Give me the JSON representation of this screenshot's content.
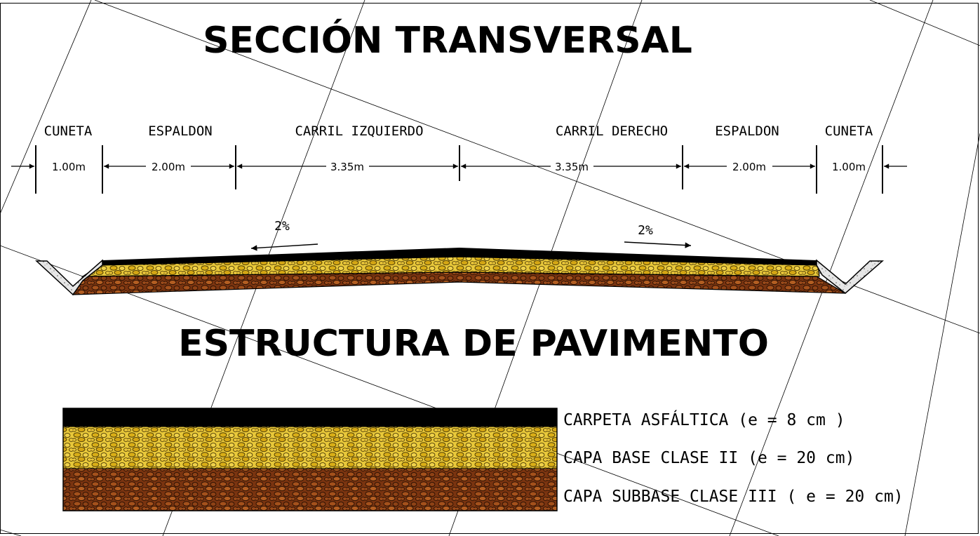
{
  "titles": {
    "section": "SECCIÓN TRANSVERSAL",
    "structure": "ESTRUCTURA DE PAVIMENTO"
  },
  "zones": [
    {
      "label": "CUNETA",
      "width": "1.00m"
    },
    {
      "label": "ESPALDON",
      "width": "2.00m"
    },
    {
      "label": "CARRIL IZQUIERDO",
      "width": "3.35m"
    },
    {
      "label": "CARRIL DERECHO",
      "width": "3.35m"
    },
    {
      "label": "ESPALDON",
      "width": "2.00m"
    },
    {
      "label": "CUNETA",
      "width": "1.00m"
    }
  ],
  "slopes": {
    "left": "2%",
    "right": "2%"
  },
  "layers": [
    {
      "label": "CARPETA ASFÁLTICA (e = 8 cm )",
      "color": "#000000"
    },
    {
      "label": "CAPA BASE CLASE II (e = 20 cm)",
      "color": "#e3c02a"
    },
    {
      "label": "CAPA SUBBASE CLASE III ( e = 20 cm)",
      "color": "#8b3a10"
    }
  ]
}
